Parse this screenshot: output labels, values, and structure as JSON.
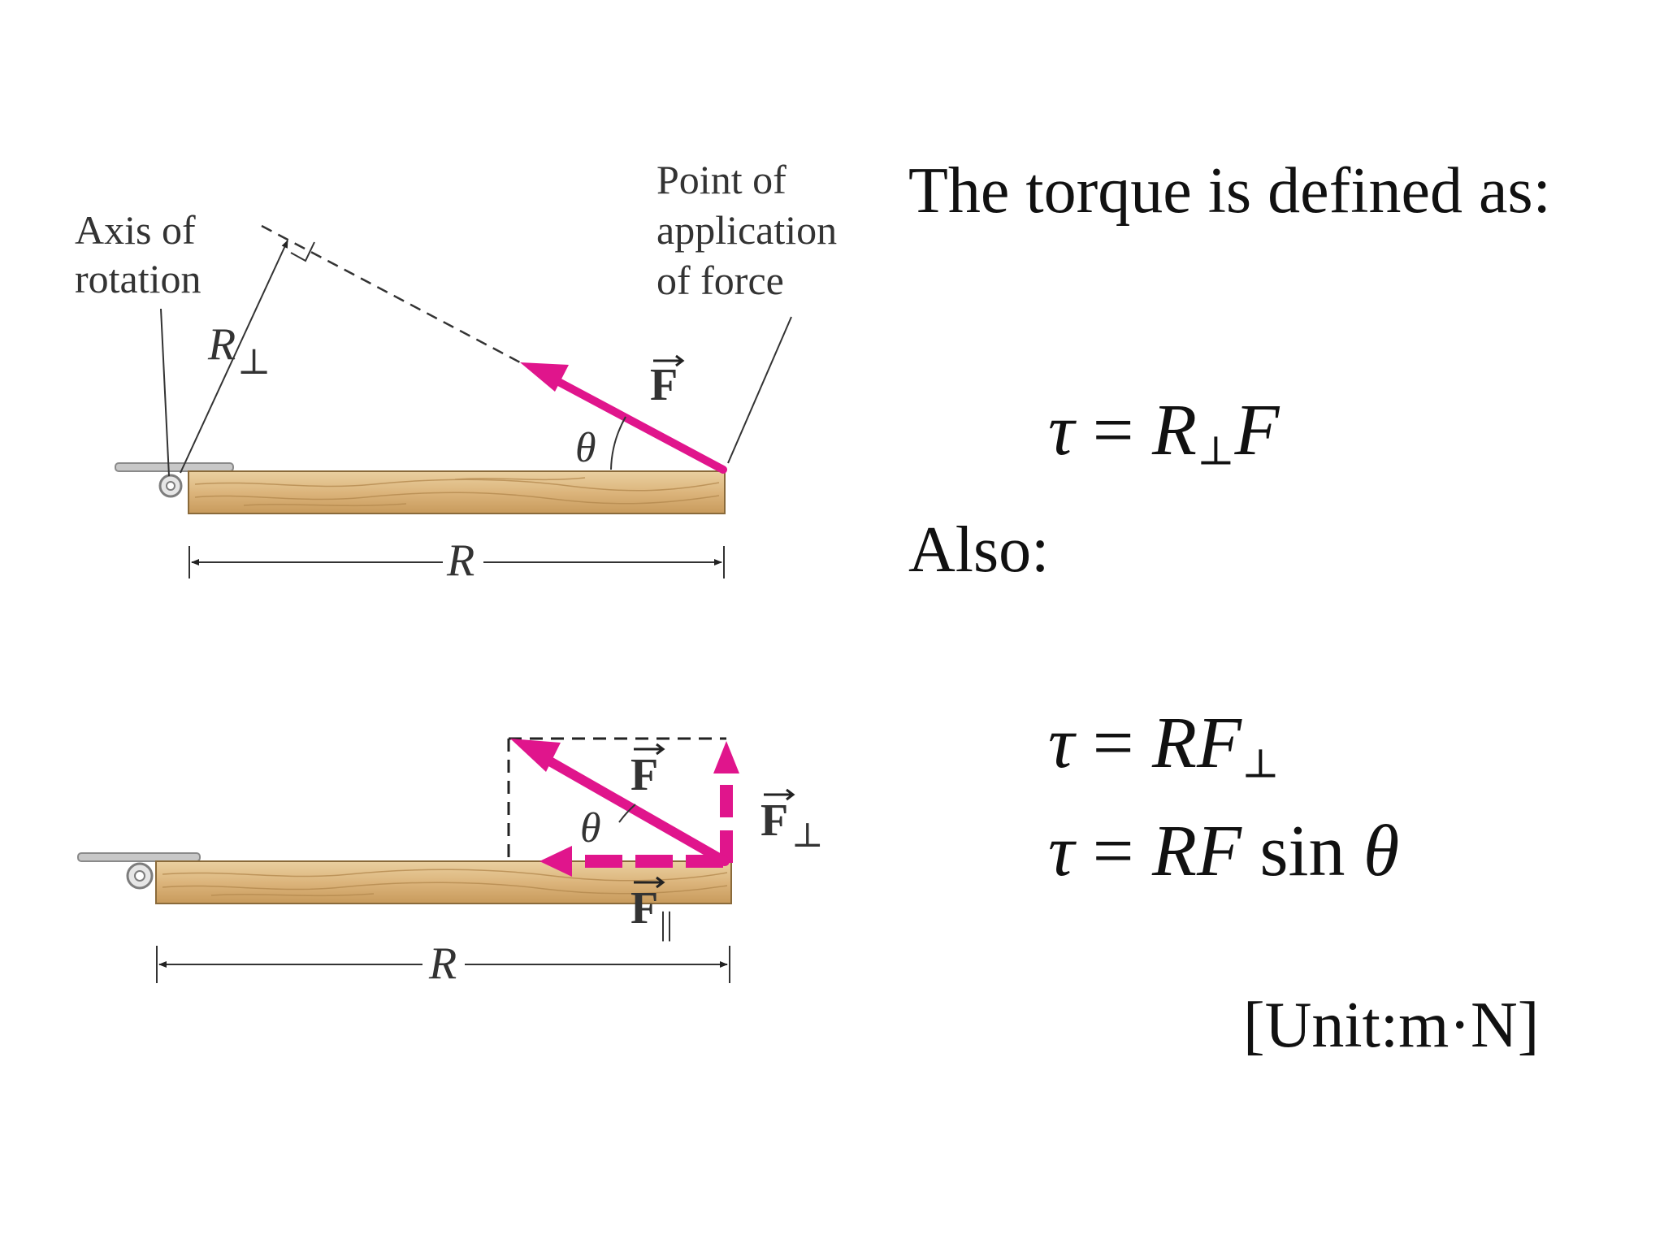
{
  "diagram": {
    "top": {
      "axis_label": [
        "Axis of",
        "rotation"
      ],
      "point_label": [
        "Point of",
        "application",
        "of force"
      ],
      "r_perp_symbol": "R",
      "perp_sub": "⊥",
      "force_symbol": "F",
      "theta": "θ",
      "r_symbol": "R"
    },
    "bottom": {
      "force_symbol": "F",
      "perp_symbol": "F",
      "perp_sub": "⊥",
      "parallel_symbol": "F",
      "parallel_sub": "||",
      "theta": "θ",
      "r_symbol": "R"
    },
    "colors": {
      "force": "#e0158c",
      "wood": "#dcb57c",
      "wood_grain": "#b58a4f",
      "pivot": "#9a9a9a"
    }
  },
  "text": {
    "heading": "The torque is defined as:",
    "also": "Also:",
    "eq1": {
      "tau": "τ",
      "eq": " = ",
      "r": "R",
      "sub": "⊥",
      "f": "F"
    },
    "eq2": {
      "tau": "τ",
      "eq": " = ",
      "rf": "RF",
      "sub": "⊥"
    },
    "eq3": {
      "tau": "τ",
      "eq": " = ",
      "rf": "RF",
      "sin": " sin ",
      "theta": "θ"
    },
    "unit": "[Unit:m·N]"
  }
}
